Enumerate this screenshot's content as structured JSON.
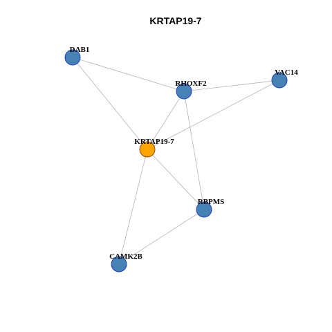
{
  "title": "KRTAP19-7",
  "colors": {
    "hub_fill": "#FFA500",
    "hub_stroke": "#8B4513",
    "node_fill": "#4682B4",
    "node_stroke": "#1E3FCC",
    "edge": "#B3B3B3"
  },
  "nodes": [
    {
      "id": "KRTAP19-7",
      "label": "KRTAP19-7",
      "hub": true
    },
    {
      "id": "DAB1",
      "label": "DAB1",
      "hub": false
    },
    {
      "id": "RHOXF2",
      "label": "RHOXF2",
      "hub": false
    },
    {
      "id": "VAC14",
      "label": "VAC14",
      "hub": false
    },
    {
      "id": "RBPMS",
      "label": "RBPMS",
      "hub": false
    },
    {
      "id": "CAMK2B",
      "label": "CAMK2B",
      "hub": false
    }
  ],
  "edges": [
    [
      "DAB1",
      "RHOXF2"
    ],
    [
      "DAB1",
      "KRTAP19-7"
    ],
    [
      "RHOXF2",
      "VAC14"
    ],
    [
      "RHOXF2",
      "KRTAP19-7"
    ],
    [
      "RHOXF2",
      "RBPMS"
    ],
    [
      "VAC14",
      "KRTAP19-7"
    ],
    [
      "KRTAP19-7",
      "RBPMS"
    ],
    [
      "KRTAP19-7",
      "CAMK2B"
    ],
    [
      "RBPMS",
      "CAMK2B"
    ]
  ]
}
